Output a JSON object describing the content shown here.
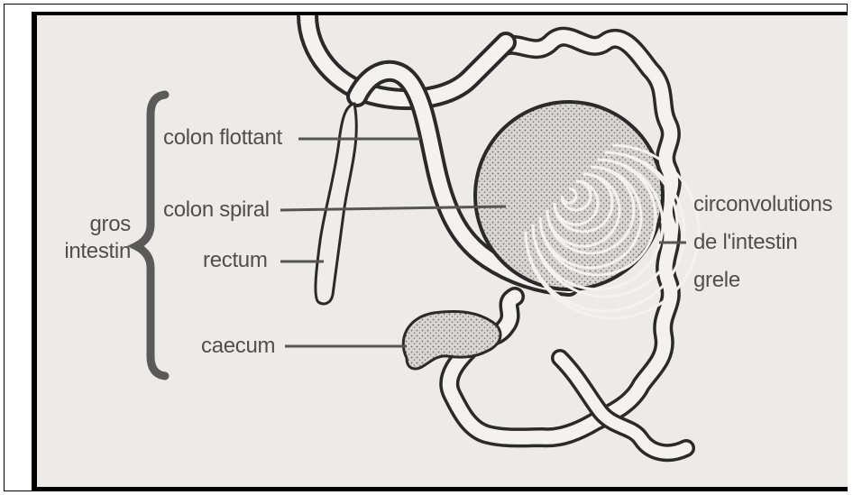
{
  "labels": {
    "group": "gros\nintestin",
    "group_line1": "gros",
    "group_line2": "intestin",
    "colon_flottant": "colon flottant",
    "colon_spiral": "colon spiral",
    "rectum": "rectum",
    "caecum": "caecum",
    "circ_line1": "circonvolutions",
    "circ_line2": "de l'intestin",
    "circ_line3": "grele"
  },
  "colors": {
    "background": "#ecebe7",
    "outline": "#2a2a2a",
    "label_text": "#4f4f4f",
    "leader": "#555555",
    "stipple": "#6a6a6a"
  }
}
